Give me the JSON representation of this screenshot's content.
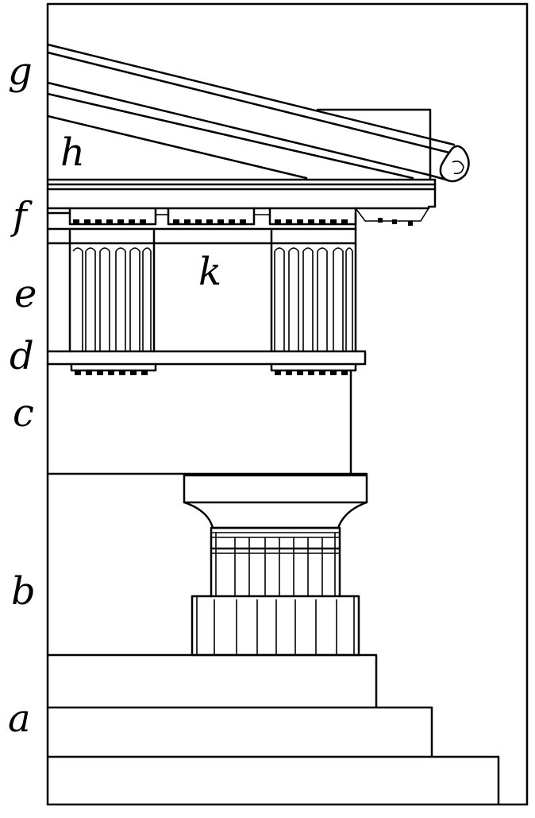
{
  "figure": {
    "title": "",
    "labels": [
      {
        "key": "g",
        "text": "g"
      },
      {
        "key": "h",
        "text": "h"
      },
      {
        "key": "f",
        "text": "f"
      },
      {
        "key": "e",
        "text": "e"
      },
      {
        "key": "k",
        "text": "k"
      },
      {
        "key": "d",
        "text": "d"
      },
      {
        "key": "c",
        "text": "c"
      },
      {
        "key": "b",
        "text": "b"
      },
      {
        "key": "a",
        "text": "a"
      }
    ]
  }
}
